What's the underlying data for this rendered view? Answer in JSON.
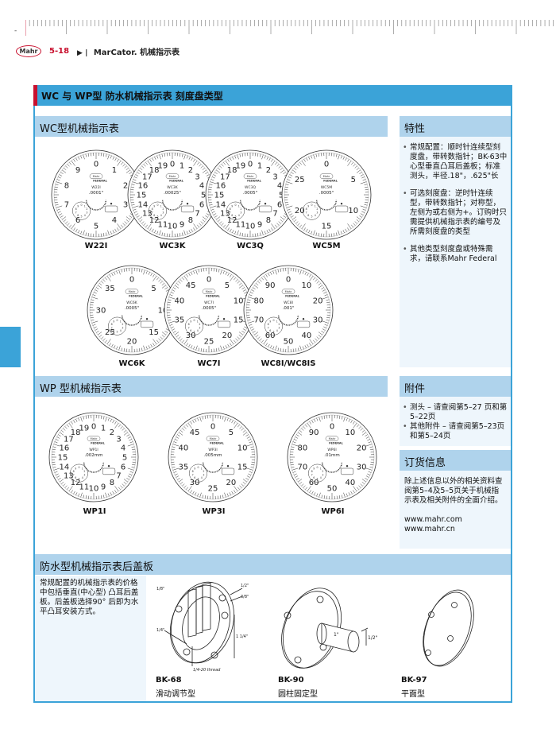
{
  "header": {
    "logo": "Mahr",
    "page_number": "5-18",
    "breadcrumb_arrow": "▶ |",
    "breadcrumb": "MarCator. 机械指示表"
  },
  "main": {
    "title": "WC 与 WP型 防水机械指示表 刻度盘类型",
    "wc_section": {
      "title": "WC型机械指示表",
      "dials_row1": [
        {
          "name": "W22I",
          "model_text": "W22I",
          "resolution": ".0001\"",
          "numbers": [
            "0",
            "1",
            "2",
            "3",
            "4",
            "5",
            "6",
            "7",
            "8",
            "9"
          ]
        },
        {
          "name": "WC3K",
          "model_text": "WC3K",
          "resolution": ".00025\"",
          "numbers": [
            "0",
            "1",
            "2",
            "3",
            "4",
            "5",
            "6",
            "7",
            "8",
            "9",
            "10",
            "11",
            "12",
            "13",
            "14",
            "15",
            "16",
            "17",
            "18",
            "19"
          ]
        },
        {
          "name": "WC3Q",
          "model_text": "WC3Q",
          "resolution": ".0005\"",
          "numbers": [
            "0",
            "1",
            "2",
            "3",
            "4",
            "5",
            "6",
            "7",
            "8",
            "9",
            "10",
            "11",
            "12",
            "13",
            "14",
            "15",
            "16",
            "17",
            "18",
            "19"
          ]
        },
        {
          "name": "WC5M",
          "model_text": "WC5M",
          "resolution": ".0005\"",
          "numbers": [
            "0",
            "5",
            "10",
            "15",
            "20",
            "25"
          ]
        }
      ],
      "dials_row2": [
        {
          "name": "WC6K",
          "model_text": "WC6K",
          "resolution": ".0005\"",
          "numbers": [
            "0",
            "5",
            "10",
            "15",
            "20",
            "25",
            "30",
            "35"
          ]
        },
        {
          "name": "WC7I",
          "model_text": "WC7I",
          "resolution": ".0005\"",
          "numbers": [
            "0",
            "5",
            "10",
            "15",
            "20",
            "25",
            "30",
            "35",
            "40",
            "45"
          ]
        },
        {
          "name": "WC8I/WC8IS",
          "model_text": "WC8I",
          "resolution": ".001\"",
          "numbers": [
            "0",
            "10",
            "20",
            "30",
            "40",
            "50",
            "60",
            "70",
            "80",
            "90"
          ]
        }
      ]
    },
    "wp_section": {
      "title": "WP 型机械指示表",
      "dials": [
        {
          "name": "WP1I",
          "model_text": "WP1I",
          "resolution": ".002mm",
          "numbers": [
            "0",
            "1",
            "2",
            "3",
            "4",
            "5",
            "6",
            "7",
            "8",
            "9",
            "10",
            "11",
            "12",
            "13",
            "14",
            "15",
            "16",
            "17",
            "18",
            "19"
          ]
        },
        {
          "name": "WP3I",
          "model_text": "WP3I",
          "resolution": ".005mm",
          "numbers": [
            "0",
            "5",
            "10",
            "15",
            "20",
            "25",
            "30",
            "35",
            "40",
            "45"
          ]
        },
        {
          "name": "WP6I",
          "model_text": "WP6I",
          "resolution": ".01mm",
          "numbers": [
            "0",
            "10",
            "20",
            "30",
            "40",
            "50",
            "60",
            "70",
            "80",
            "90"
          ]
        }
      ]
    },
    "features": {
      "title": "特性",
      "items": [
        "常规配置：顺时针连续型刻度盘，带转数指针；BK-63中心型垂直凸耳后盖板；标准测头，半径.18\"，.625\"长",
        "可选刻度盘：逆时针连续型，带转数指针；对称型，左侧为或右侧为+。订购时只需提供机械指示表的编号及所需刻度盘的类型",
        "其他类型刻度盘或特殊需求，请联系Mahr Federal"
      ]
    },
    "accessories": {
      "title": "附件",
      "items": [
        "测头 – 请查阅第5–27 页和第5–22页",
        "其他附件 – 请查阅第5–23页和第5–24页"
      ]
    },
    "ordering": {
      "title": "订货信息",
      "text": "除上述信息以外的相关资料查阅第5–4及5–5页关于机械指示表及相关附件的全面介绍。",
      "links": [
        "www.mahr.com",
        "www.mahr.cn"
      ]
    },
    "backs_section": {
      "title": "防水型机械指示表后盖板",
      "note": "常规配置的机械指示表的价格中包括垂直(中心型) 凸耳后盖板。后盖板选择90° 后即为水平凸耳安装方式。",
      "items": [
        {
          "code": "BK-68",
          "desc": "滑动调节型",
          "annotations": [
            "1/8\"",
            "1/2\"",
            "3/8\"",
            "1/4\"",
            "1 1/4\"",
            "1/4-20 thread"
          ]
        },
        {
          "code": "BK-90",
          "desc": "圆柱固定型",
          "annotations": [
            "1\"",
            "1/2\""
          ]
        },
        {
          "code": "BK-97",
          "desc": "平面型",
          "annotations": []
        }
      ]
    }
  },
  "colors": {
    "accent_blue": "#3ba3d8",
    "section_blue": "#afd3ec",
    "panel_bg": "#eef6fc",
    "brand_red": "#c8102e"
  }
}
